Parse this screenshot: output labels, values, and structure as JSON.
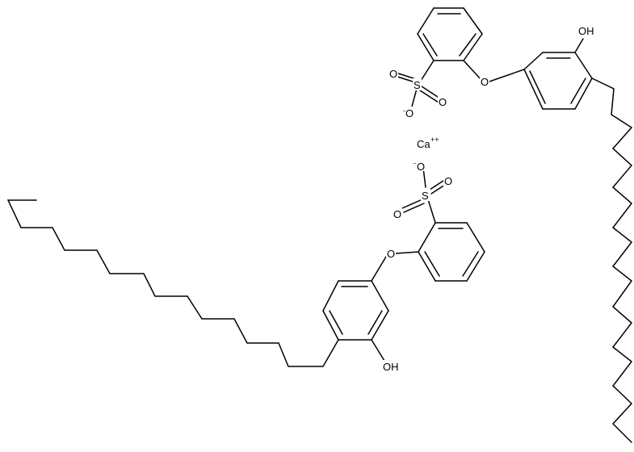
{
  "structure": {
    "kind": "chemical-structure",
    "counter_ion": {
      "symbol": "Ca",
      "charge": "++"
    },
    "molecules": [
      {
        "id": "top",
        "atoms": {
          "oxygen_ether": "O",
          "hydroxyl": "OH",
          "sulfur": "S",
          "sulfonate_o1": "O",
          "sulfonate_o2": "O",
          "sulfonate_o_minus": "O",
          "minus": "-"
        }
      },
      {
        "id": "bottom",
        "atoms": {
          "oxygen_ether": "O",
          "hydroxyl": "OH",
          "sulfur": "S",
          "sulfonate_o1": "O",
          "sulfonate_o2": "O",
          "sulfonate_o_minus": "O",
          "minus": "-"
        }
      }
    ]
  }
}
